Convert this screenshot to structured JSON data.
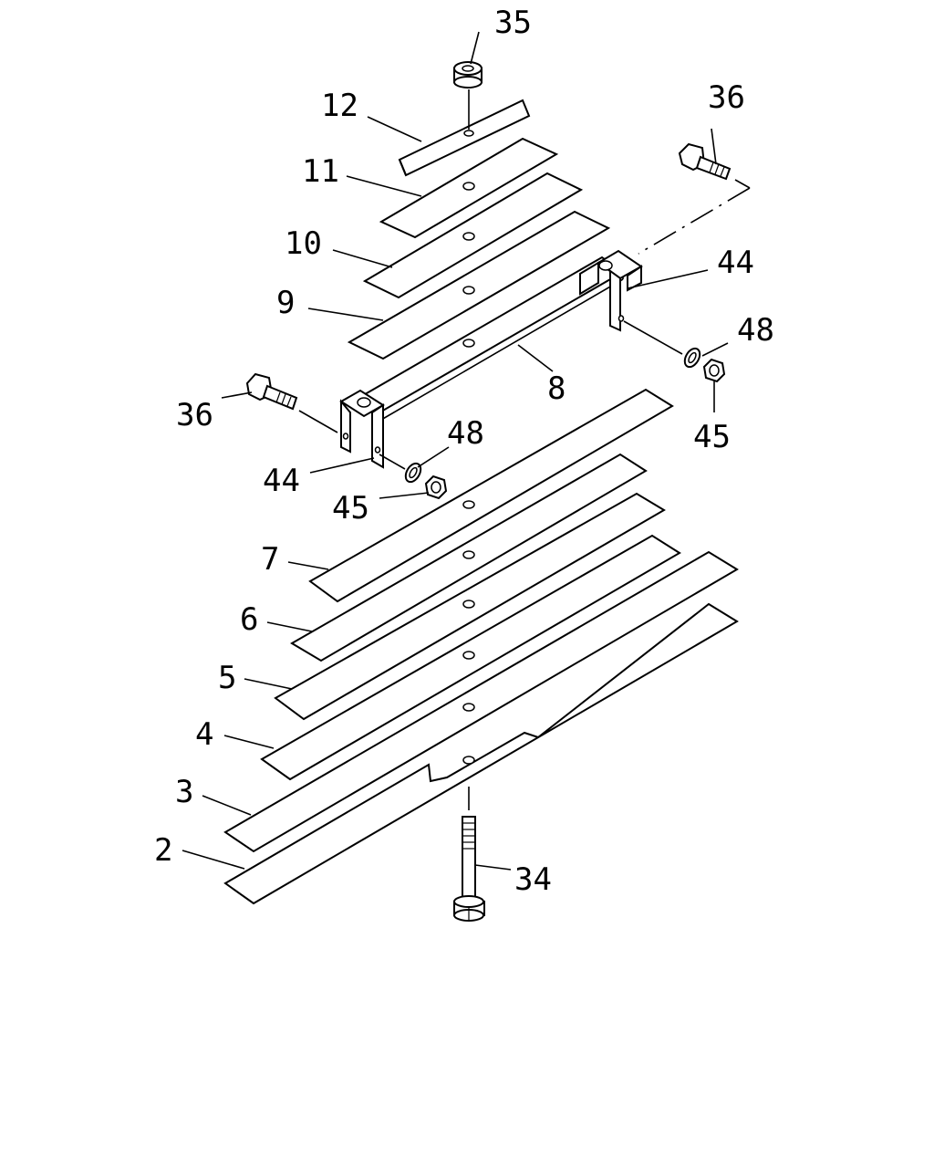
{
  "diagram": {
    "callouts": {
      "p2": "2",
      "p3": "3",
      "p4": "4",
      "p5": "5",
      "p6": "6",
      "p7": "7",
      "p8": "8",
      "p9": "9",
      "p10": "10",
      "p11": "11",
      "p12": "12",
      "p34": "34",
      "p35": "35",
      "p36_top": "36",
      "p36_left": "36",
      "p44_right": "44",
      "p44_left": "44",
      "p45_right": "45",
      "p45_left": "45",
      "p48_right": "48",
      "p48_left": "48"
    }
  }
}
